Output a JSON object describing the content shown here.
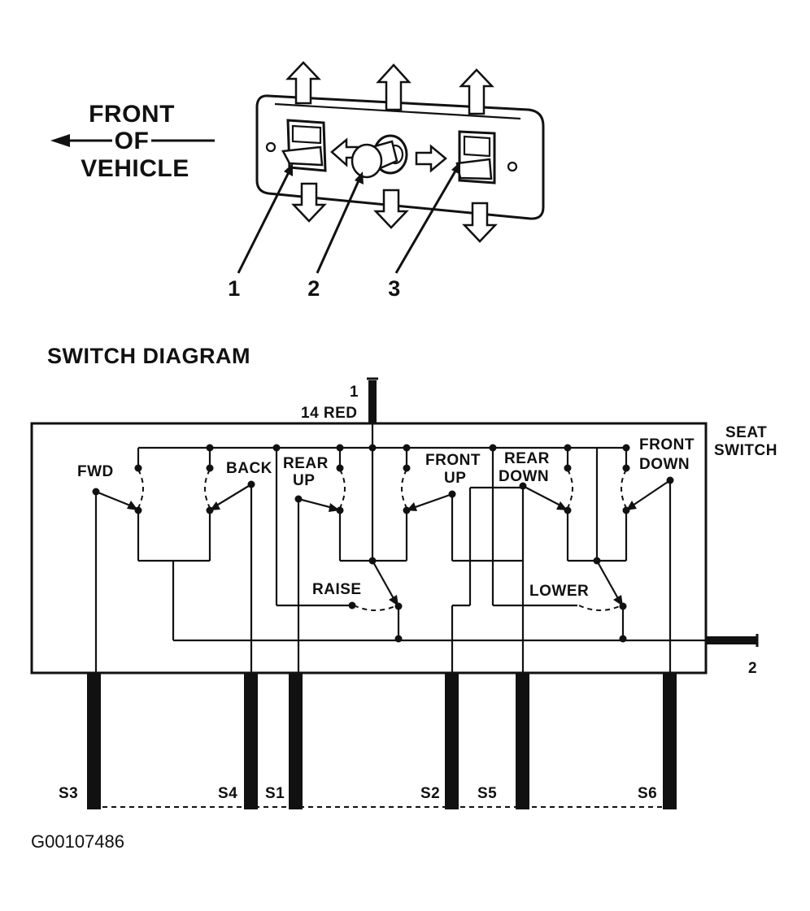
{
  "orientation": {
    "front_label_line1": "FRONT",
    "front_label_line2": "OF",
    "front_label_line3": "VEHICLE",
    "callout_1": "1",
    "callout_2": "2",
    "callout_3": "3"
  },
  "diagram": {
    "title": "SWITCH DIAGRAM",
    "feed_number": "1",
    "feed_wire": "14 RED",
    "switch_name_line1": "SEAT",
    "switch_name_line2": "SWITCH",
    "ground_number": "2",
    "labels": {
      "fwd": "FWD",
      "back": "BACK",
      "rear_up_1": "REAR",
      "rear_up_2": "UP",
      "front_up_1": "FRONT",
      "front_up_2": "UP",
      "rear_down_1": "REAR",
      "rear_down_2": "DOWN",
      "front_down_1": "FRONT",
      "front_down_2": "DOWN",
      "raise": "RAISE",
      "lower": "LOWER"
    },
    "terminals": [
      "S3",
      "S4",
      "S1",
      "S2",
      "S5",
      "S6"
    ]
  },
  "figure_id": "G00107486",
  "colors": {
    "ink": "#111111",
    "background": "#ffffff"
  }
}
